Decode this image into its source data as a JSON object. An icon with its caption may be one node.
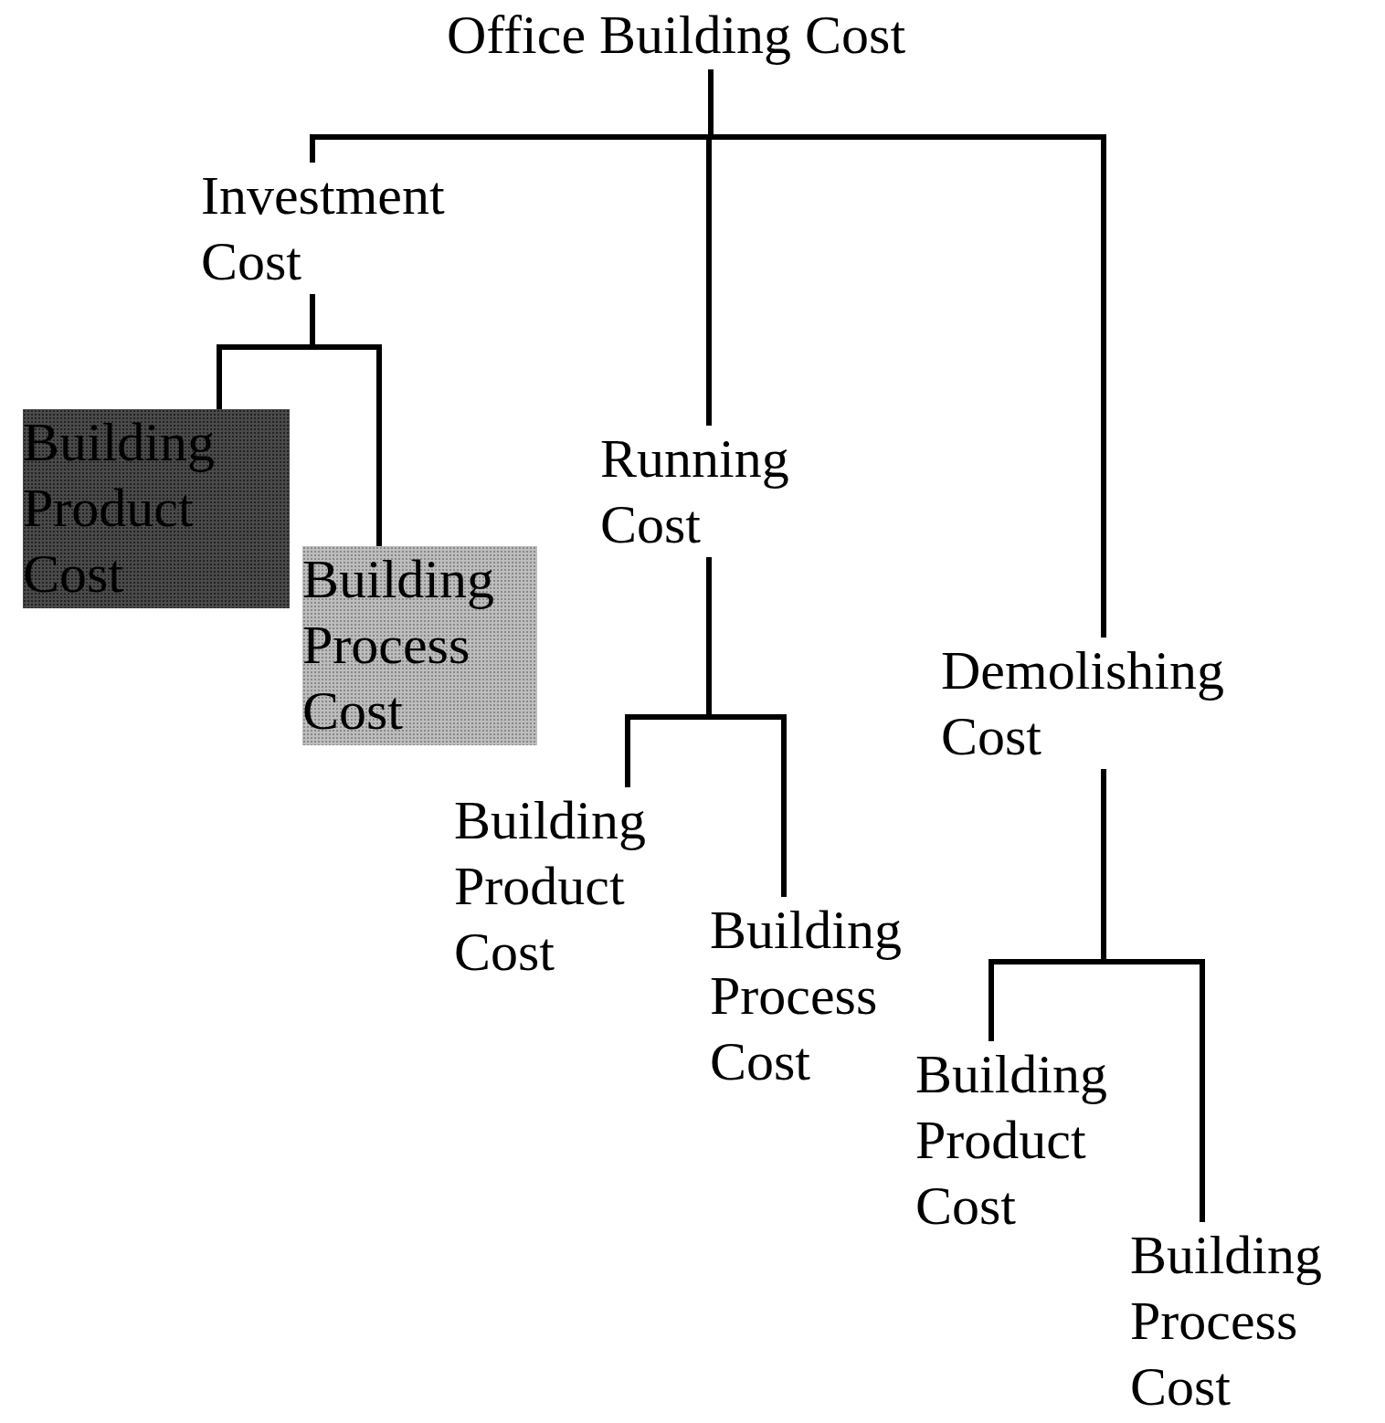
{
  "diagram": {
    "nodes": [
      {
        "text": [
          "Office Building Cost"
        ]
      },
      {
        "text": [
          "Investment Cost"
        ]
      },
      {
        "text": [
          "Building Product Cost"
        ]
      },
      {
        "text": [
          "Building Process Cost"
        ]
      },
      {
        "text": [
          "Running Cost"
        ]
      },
      {
        "text": [
          "Building Product Cost"
        ]
      },
      {
        "text": [
          "Building Process Cost"
        ]
      },
      {
        "text": [
          "Demolishing Cost"
        ]
      },
      {
        "text": [
          "Building Product Cost"
        ]
      },
      {
        "text": [
          "Building Process Cost"
        ]
      }
    ],
    "edges": [
      {
        "from": 0,
        "to": 1,
        "arrow": "none"
      },
      {
        "from": 0,
        "to": 4,
        "arrow": "none"
      },
      {
        "from": 0,
        "to": 7,
        "arrow": "none"
      },
      {
        "from": 1,
        "to": 2,
        "arrow": "none"
      },
      {
        "from": 1,
        "to": 3,
        "arrow": "none"
      },
      {
        "from": 4,
        "to": 5,
        "arrow": "none"
      },
      {
        "from": 4,
        "to": 6,
        "arrow": "none"
      },
      {
        "from": 7,
        "to": 8,
        "arrow": "none"
      },
      {
        "from": 7,
        "to": 9,
        "arrow": "none"
      }
    ]
  }
}
